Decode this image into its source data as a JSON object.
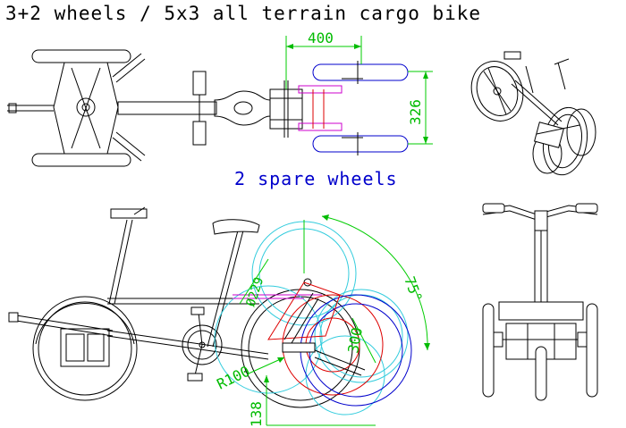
{
  "title": "3+2 wheels / 5x3 all terrain cargo bike",
  "caption": "2 spare wheels",
  "dimensions": {
    "width_400": "400",
    "height_326": "326",
    "angle_75": "75°",
    "dia_229": "Ø229",
    "r_100": "R100",
    "len_300": "300",
    "len_138": "138"
  },
  "colors": {
    "outline": "#000000",
    "dimension": "#00bb00",
    "caption": "#0000cc",
    "cyan_wheels": "#33ccdd",
    "red_wheels": "#dd0000",
    "magenta": "#cc00cc"
  }
}
